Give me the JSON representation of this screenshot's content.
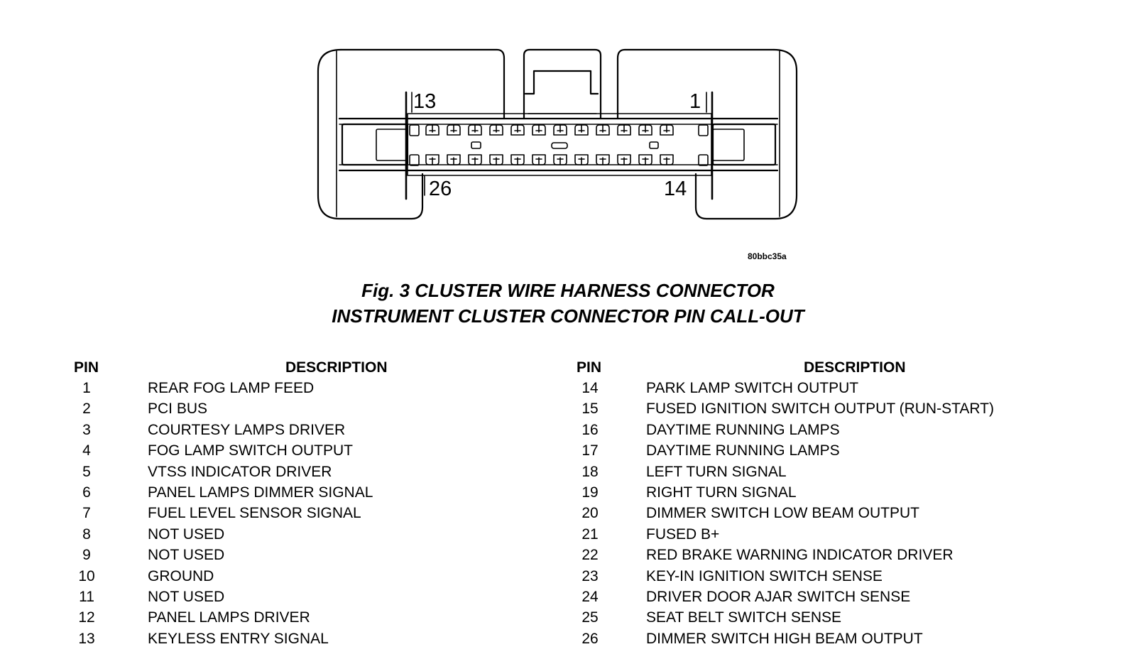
{
  "diagram": {
    "pin_label_top_left": "13",
    "pin_label_top_right": "1",
    "pin_label_bottom_left": "26",
    "pin_label_bottom_right": "14",
    "image_code": "80bbc35a"
  },
  "caption": {
    "title": "Fig. 3 CLUSTER WIRE HARNESS CONNECTOR",
    "subtitle": "INSTRUMENT CLUSTER CONNECTOR PIN CALL-OUT"
  },
  "table": {
    "pin_header": "PIN",
    "description_header": "DESCRIPTION",
    "left_rows": [
      {
        "pin": "1",
        "description": "REAR FOG LAMP FEED"
      },
      {
        "pin": "2",
        "description": "PCI BUS"
      },
      {
        "pin": "3",
        "description": "COURTESY LAMPS DRIVER"
      },
      {
        "pin": "4",
        "description": "FOG LAMP SWITCH OUTPUT"
      },
      {
        "pin": "5",
        "description": "VTSS INDICATOR DRIVER"
      },
      {
        "pin": "6",
        "description": "PANEL LAMPS DIMMER SIGNAL"
      },
      {
        "pin": "7",
        "description": "FUEL LEVEL SENSOR SIGNAL"
      },
      {
        "pin": "8",
        "description": "NOT USED"
      },
      {
        "pin": "9",
        "description": "NOT USED"
      },
      {
        "pin": "10",
        "description": "GROUND"
      },
      {
        "pin": "11",
        "description": "NOT USED"
      },
      {
        "pin": "12",
        "description": "PANEL LAMPS DRIVER"
      },
      {
        "pin": "13",
        "description": "KEYLESS ENTRY SIGNAL"
      }
    ],
    "right_rows": [
      {
        "pin": "14",
        "description": "PARK LAMP SWITCH OUTPUT"
      },
      {
        "pin": "15",
        "description": "FUSED IGNITION SWITCH OUTPUT (RUN-START)"
      },
      {
        "pin": "16",
        "description": "DAYTIME RUNNING LAMPS"
      },
      {
        "pin": "17",
        "description": "DAYTIME RUNNING LAMPS"
      },
      {
        "pin": "18",
        "description": "LEFT TURN SIGNAL"
      },
      {
        "pin": "19",
        "description": "RIGHT TURN SIGNAL"
      },
      {
        "pin": "20",
        "description": "DIMMER SWITCH LOW BEAM OUTPUT"
      },
      {
        "pin": "21",
        "description": "FUSED B+"
      },
      {
        "pin": "22",
        "description": "RED BRAKE WARNING INDICATOR DRIVER"
      },
      {
        "pin": "23",
        "description": "KEY-IN IGNITION SWITCH SENSE"
      },
      {
        "pin": "24",
        "description": "DRIVER DOOR AJAR SWITCH SENSE"
      },
      {
        "pin": "25",
        "description": "SEAT BELT SWITCH SENSE"
      },
      {
        "pin": "26",
        "description": "DIMMER SWITCH HIGH BEAM OUTPUT"
      }
    ]
  }
}
